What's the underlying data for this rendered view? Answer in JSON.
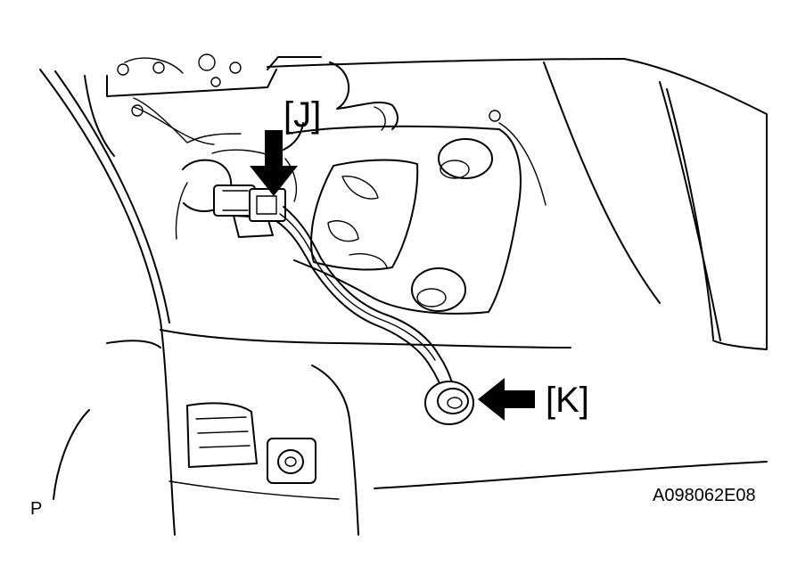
{
  "labels": {
    "callout_j": "[J]",
    "callout_k": "[K]",
    "corner_mark": "P",
    "figure_code": "A098062E08"
  },
  "colors": {
    "line": "#000000",
    "background": "#ffffff"
  }
}
